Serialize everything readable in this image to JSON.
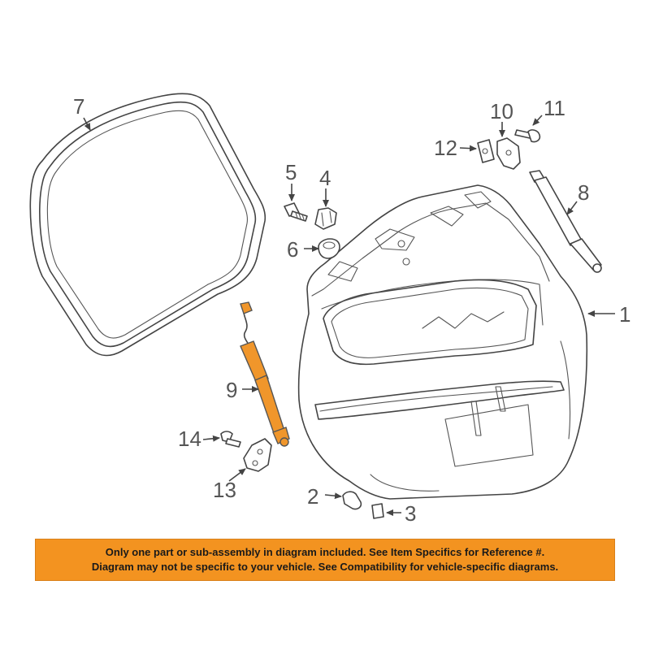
{
  "callouts": {
    "c1": "1",
    "c2": "2",
    "c3": "3",
    "c4": "4",
    "c5": "5",
    "c6": "6",
    "c7": "7",
    "c8": "8",
    "c9": "9",
    "c10": "10",
    "c11": "11",
    "c12": "12",
    "c13": "13",
    "c14": "14"
  },
  "highlighted_part": "9",
  "colors": {
    "highlight": "#f0962b",
    "notice_background": "#f39320",
    "line": "#444444"
  },
  "notice": {
    "line1": "Only one part or sub-assembly in diagram included. See Item Specifics for Reference #.",
    "line2": "Diagram may not be specific to your vehicle. See Compatibility for vehicle-specific diagrams."
  }
}
